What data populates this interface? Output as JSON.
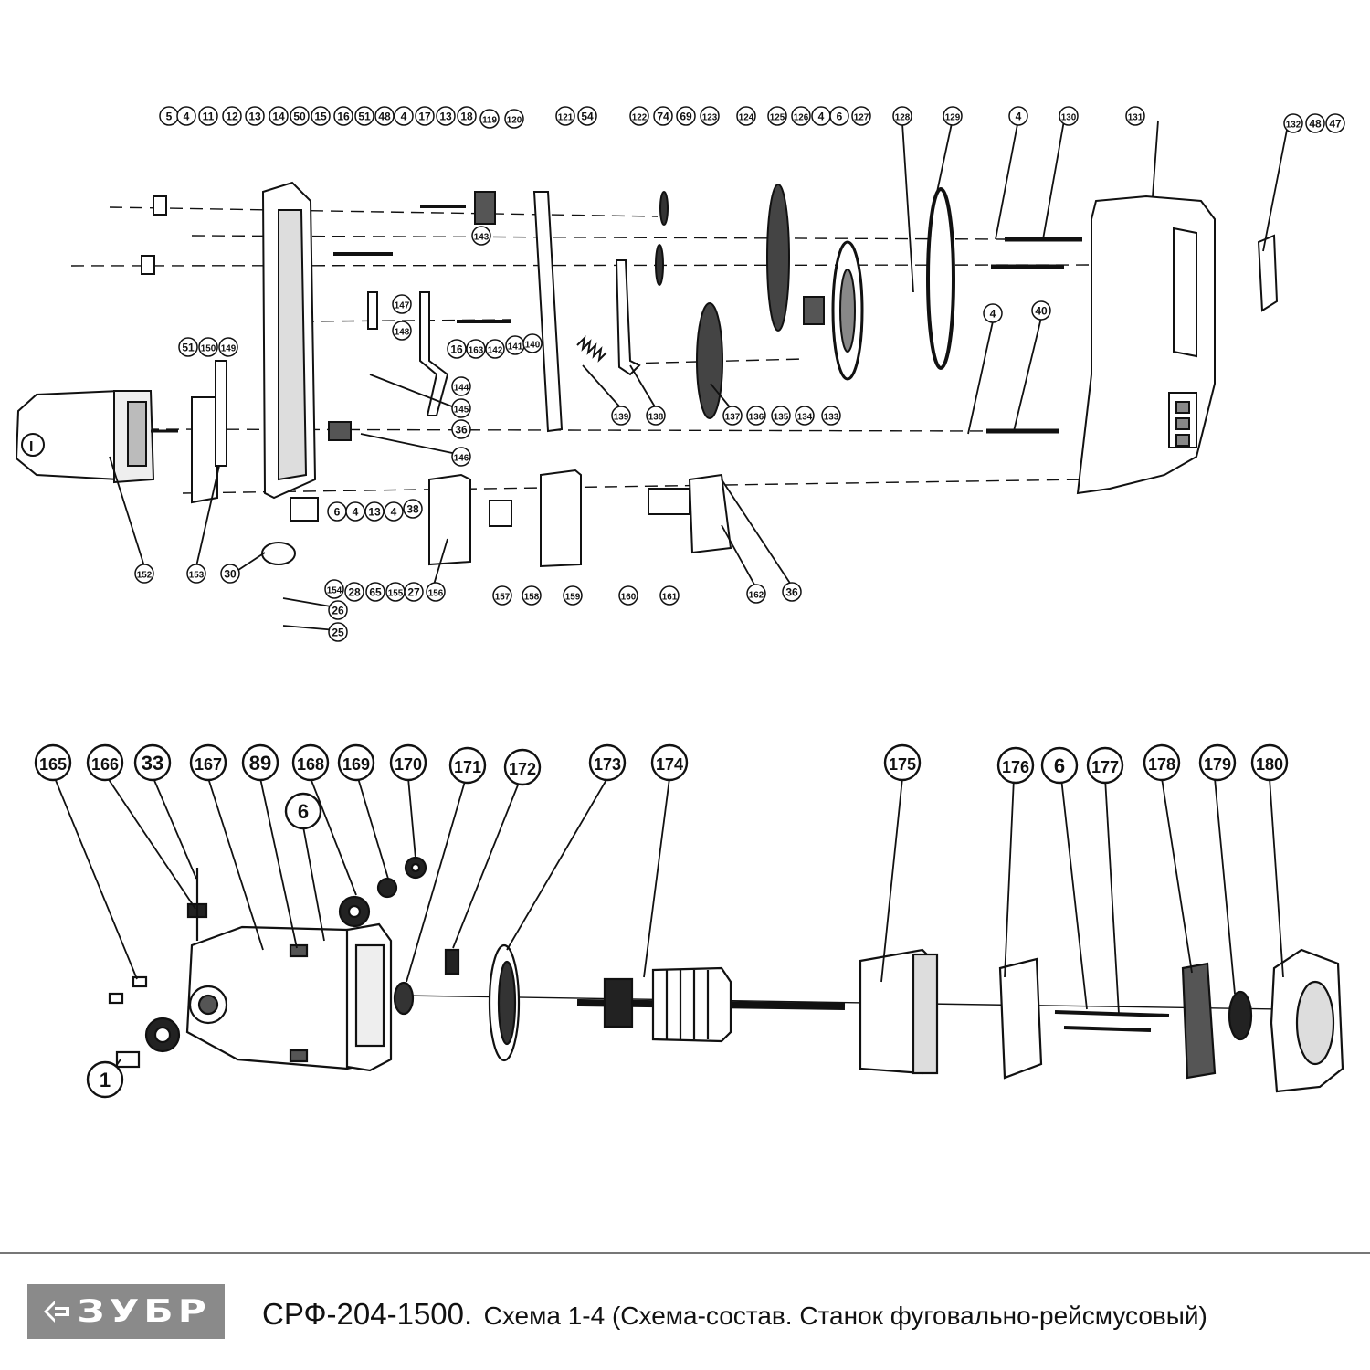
{
  "footer": {
    "brand": "ЗУБР",
    "model": "СРФ-204-1500.",
    "subtitle": "Схема 1-4 (Схема-состав. Станок фуговально-рейсмусовый)"
  },
  "diagram": {
    "upper_callouts": [
      "5",
      "4",
      "11",
      "12",
      "13",
      "14",
      "50",
      "15",
      "16",
      "51",
      "48",
      "4",
      "17",
      "13",
      "18",
      "119",
      "120",
      "121",
      "54",
      "122",
      "74",
      "69",
      "123",
      "124",
      "125",
      "126",
      "4",
      "6",
      "127",
      "128",
      "129",
      "4",
      "130",
      "131",
      "132",
      "48",
      "47",
      "143",
      "147",
      "148",
      "51",
      "150",
      "149",
      "16",
      "163",
      "142",
      "141",
      "140",
      "144",
      "145",
      "36",
      "146",
      "139",
      "138",
      "137",
      "136",
      "135",
      "134",
      "133",
      "4",
      "40",
      "152",
      "153",
      "30",
      "6",
      "4",
      "13",
      "4",
      "38",
      "154",
      "28",
      "65",
      "155",
      "27",
      "156",
      "157",
      "158",
      "159",
      "160",
      "161",
      "162",
      "36",
      "26",
      "25"
    ],
    "lower_callouts": [
      "165",
      "166",
      "33",
      "167",
      "89",
      "168",
      "169",
      "170",
      "171",
      "172",
      "173",
      "174",
      "175",
      "176",
      "6",
      "177",
      "178",
      "179",
      "180",
      "6",
      "1"
    ],
    "switch_symbol": "I"
  }
}
